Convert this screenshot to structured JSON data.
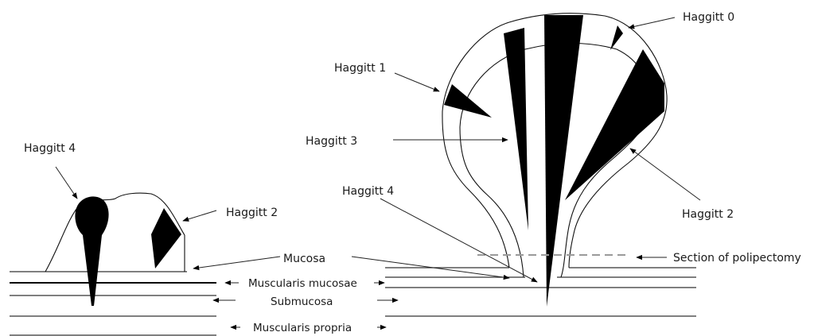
{
  "labels": {
    "haggitt0": "Haggitt 0",
    "haggitt1": "Haggitt 1",
    "haggitt2_left": "Haggitt 2",
    "haggitt2_right": "Haggitt 2",
    "haggitt3": "Haggitt 3",
    "haggitt4_left": "Haggitt 4",
    "haggitt4_right": "Haggitt 4",
    "mucosa": "Mucosa",
    "muscularis_mucosae": "Muscularis mucosae",
    "submucosa": "Submucosa",
    "muscularis_propria": "Muscularis propria",
    "section": "Section of polipectomy"
  },
  "colors": {
    "invasion": "#000000",
    "line": "#111111",
    "section_line": "#9a9a9a"
  }
}
